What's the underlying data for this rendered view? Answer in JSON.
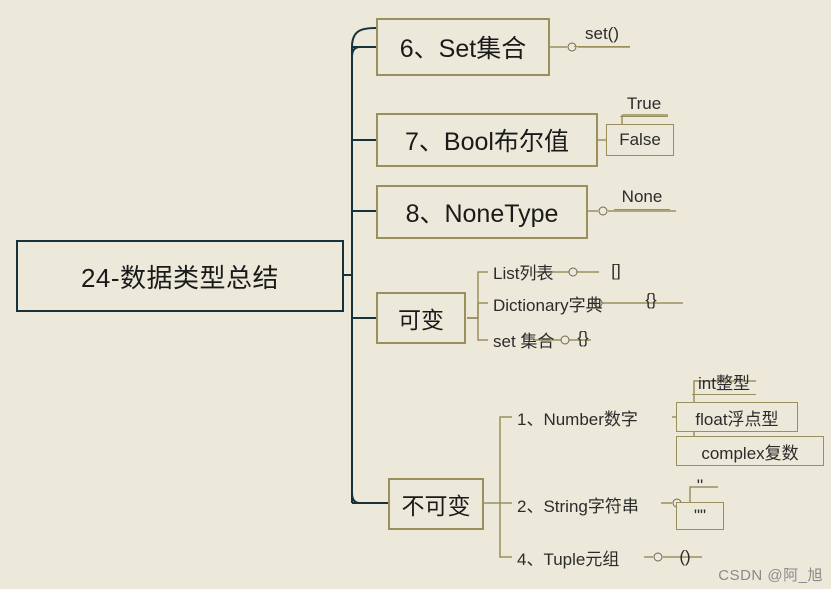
{
  "diagram": {
    "type": "mindmap",
    "root": {
      "label": "24-数据类型总结"
    },
    "branches": [
      {
        "label": "6、Set集合",
        "children": [
          {
            "label": "set()"
          }
        ]
      },
      {
        "label": "7、Bool布尔值",
        "children": [
          {
            "label": "True"
          },
          {
            "label": "False"
          }
        ]
      },
      {
        "label": "8、NoneType",
        "children": [
          {
            "label": "None"
          }
        ]
      },
      {
        "label": "可变",
        "children": [
          {
            "label": "List列表",
            "value": "[]"
          },
          {
            "label": "Dictionary字典",
            "value": "{}"
          },
          {
            "label": "set 集合",
            "value": "{}"
          }
        ]
      },
      {
        "label": "不可变",
        "children": [
          {
            "label": "1、Number数字",
            "children": [
              {
                "label": "int整型"
              },
              {
                "label": "float浮点型"
              },
              {
                "label": "complex复数"
              }
            ]
          },
          {
            "label": "2、String字符串",
            "children": [
              {
                "label": "''"
              },
              {
                "label": "\"\""
              }
            ]
          },
          {
            "label": "4、Tuple元组",
            "value": "()"
          }
        ]
      }
    ]
  },
  "watermark": {
    "text": "CSDN @阿_旭"
  },
  "colors": {
    "background": "#ece9da",
    "root_border": "#17323b",
    "box_border": "#9b8f5e",
    "text": "#1a1a1a",
    "watermark": "#8a8a8a"
  }
}
